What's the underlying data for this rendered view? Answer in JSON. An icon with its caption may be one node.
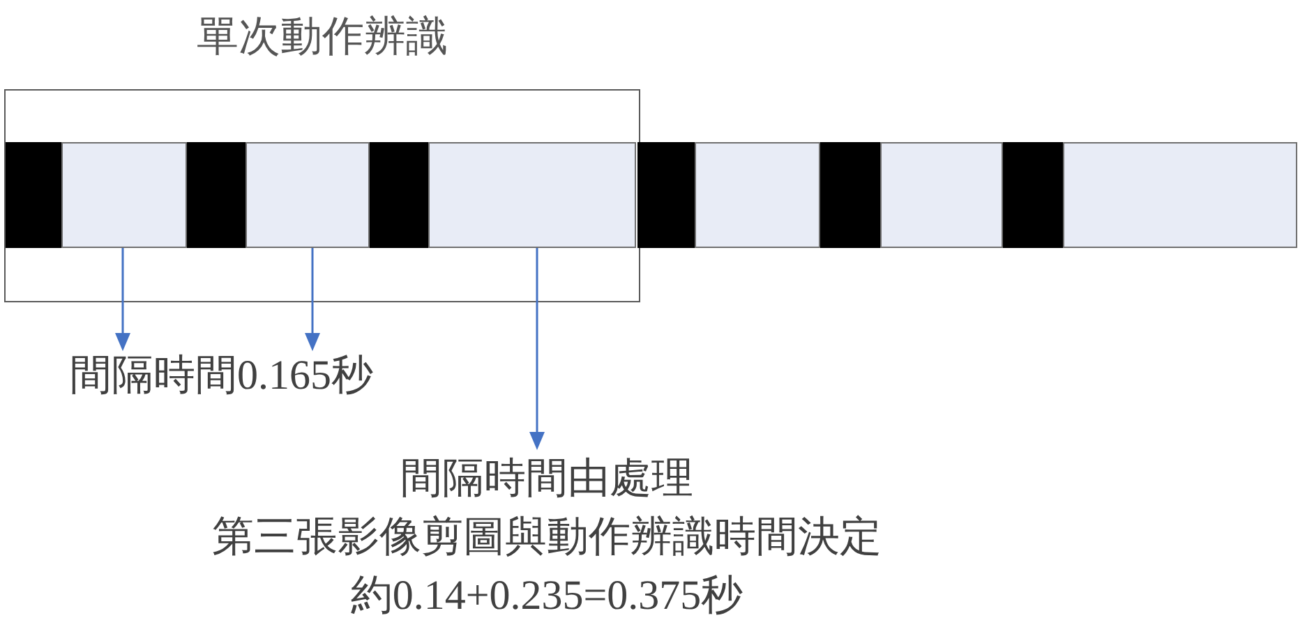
{
  "diagram": {
    "nodes": [
      {
        "text": [
          "單次動作辨識"
        ]
      },
      {
        "text": [],
        "shape": "box",
        "in": 0
      },
      {
        "text": [],
        "shape": "box",
        "in": 0
      },
      {
        "text": [],
        "shape": "box",
        "in": 0
      },
      {
        "text": [],
        "shape": "box",
        "in": 0
      },
      {
        "text": [],
        "shape": "box",
        "in": 0
      },
      {
        "text": [],
        "shape": "box",
        "in": 0
      },
      {
        "text": [],
        "shape": "box"
      },
      {
        "text": [],
        "shape": "box"
      },
      {
        "text": [],
        "shape": "box"
      },
      {
        "text": [],
        "shape": "box"
      },
      {
        "text": [],
        "shape": "box"
      },
      {
        "text": [],
        "shape": "box"
      },
      {
        "text": [
          "間隔時間0.165秒"
        ]
      },
      {
        "text": [
          "間隔時間由處理",
          "第三張影像剪圖與動作辨識時間決定",
          "約0.14+0.235=0.375秒"
        ]
      }
    ],
    "edges": [
      {
        "from": 2,
        "to": 13,
        "arrow": "to"
      },
      {
        "from": 4,
        "to": 13,
        "arrow": "to"
      },
      {
        "from": 6,
        "to": 14,
        "arrow": "to"
      }
    ]
  }
}
